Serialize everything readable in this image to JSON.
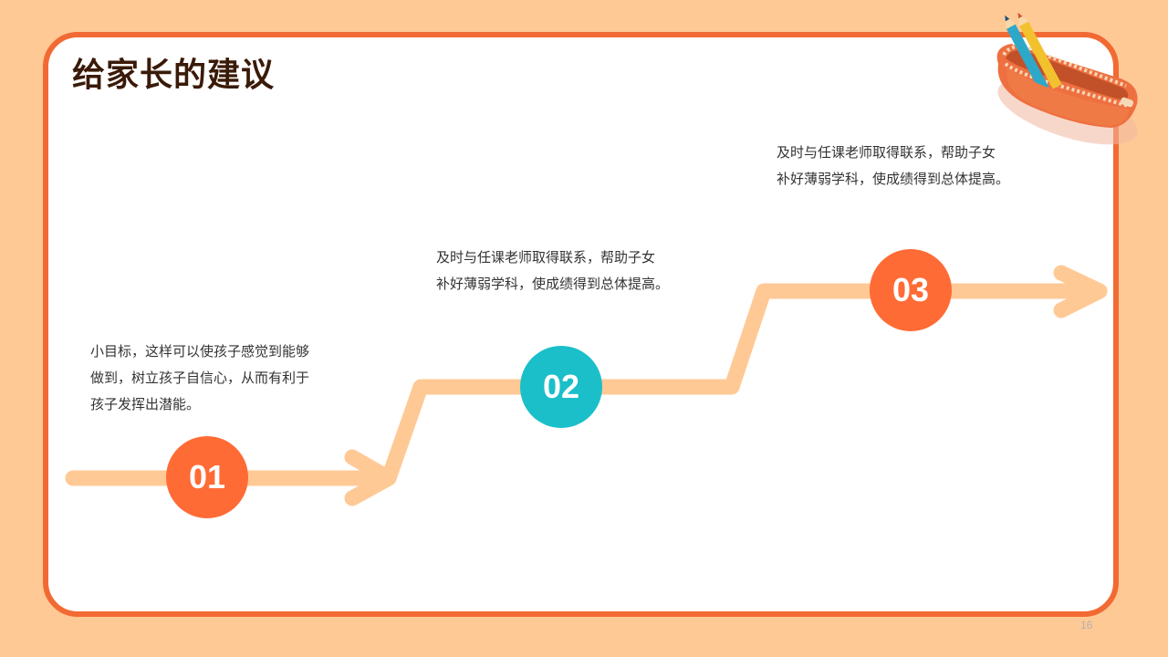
{
  "title": "给家长的建议",
  "steps": [
    {
      "number": "01",
      "color": "#FF6B35",
      "text": "小目标，这样可以使孩子感觉到能够\n做到，树立孩子自信心，从而有利于\n孩子发挥出潜能。"
    },
    {
      "number": "02",
      "color": "#1ABFC9",
      "text": "及时与任课老师取得联系，帮助子女\n补好薄弱学科，使成绩得到总体提高。"
    },
    {
      "number": "03",
      "color": "#FF6B35",
      "text": "及时与任课老师取得联系，帮助子女\n补好薄弱学科，使成绩得到总体提高。"
    }
  ],
  "page_number": "16",
  "colors": {
    "background": "#FFC995",
    "frame": "#F26A33",
    "path": "#FFC995",
    "title": "#3A1A08"
  },
  "icons": {
    "decoration": "pencil-case-icon"
  }
}
